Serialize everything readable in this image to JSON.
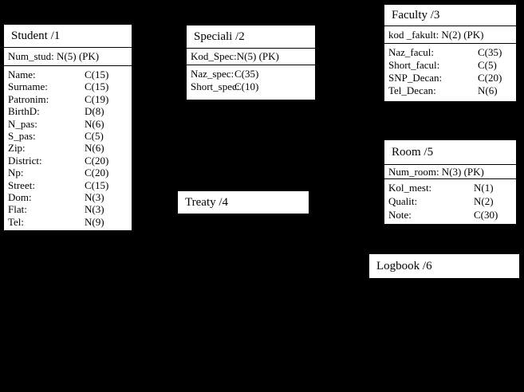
{
  "diagram": {
    "background_color": "#000000",
    "box_background_color": "#ffffff",
    "line_color": "#000000",
    "tables": [
      {
        "id": "student",
        "title": "Student /1",
        "primary_key": "Num_stud: N(5) (PK)",
        "fields": [
          {
            "label": "Name:",
            "type": "C(15)"
          },
          {
            "label": "Surname:",
            "type": "C(15)"
          },
          {
            "label": "Patronim:",
            "type": "C(19)"
          },
          {
            "label": "BirthD:",
            "type": "D(8)"
          },
          {
            "label": "N_pas:",
            "type": "N(6)"
          },
          {
            "label": "S_pas:",
            "type": "C(5)"
          },
          {
            "label": "Zip:",
            "type": "N(6)"
          },
          {
            "label": "District:",
            "type": "C(20)"
          },
          {
            "label": "Np:",
            "type": "C(20)"
          },
          {
            "label": "Street:",
            "type": "C(15)"
          },
          {
            "label": "Dom:",
            "type": "N(3)"
          },
          {
            "label": "Flat:",
            "type": "N(3)"
          },
          {
            "label": "Tel:",
            "type": "N(9)"
          }
        ]
      },
      {
        "id": "speciali",
        "title": "Speciali /2",
        "primary_key": "Kod_Spec:N(5) (PK)",
        "fields": [
          {
            "label": "Naz_spec:",
            "type": "C(35)"
          },
          {
            "label": "Short_spec:",
            "type": "C(10)"
          }
        ]
      },
      {
        "id": "faculty",
        "title": "Faculty /3",
        "primary_key": "kod _fakult: N(2) (PK)",
        "fields": [
          {
            "label": "Naz_facul:",
            "type": "C(35)"
          },
          {
            "label": "Short_facul:",
            "type": "C(5)"
          },
          {
            "label": "SNP_Decan:",
            "type": "C(20)"
          },
          {
            "label": "Tel_Decan:",
            "type": "N(6)"
          }
        ]
      },
      {
        "id": "treaty",
        "title": "Treaty /4",
        "primary_key": null,
        "fields": []
      },
      {
        "id": "room",
        "title": "Room /5",
        "primary_key": "Num_room: N(3) (PK)",
        "fields": [
          {
            "label": "Kol_mest:",
            "type": "N(1)"
          },
          {
            "label": "Qualit:",
            "type": "N(2)"
          },
          {
            "label": "Note:",
            "type": "C(30)"
          }
        ]
      },
      {
        "id": "logbook",
        "title": "Logbook /6",
        "primary_key": null,
        "fields": []
      }
    ],
    "connector_markers": [
      {
        "name": "speciali-to-treaty-arrowhead",
        "shape": "dot"
      },
      {
        "name": "faculty-bottom-tick",
        "shape": "tick"
      },
      {
        "name": "room-top-tick",
        "shape": "tick"
      },
      {
        "name": "room-bottom-tick",
        "shape": "tick"
      },
      {
        "name": "room-to-logbook-arrowhead",
        "shape": "triangle-down"
      },
      {
        "name": "logbook-curve",
        "shape": "arc"
      }
    ]
  }
}
